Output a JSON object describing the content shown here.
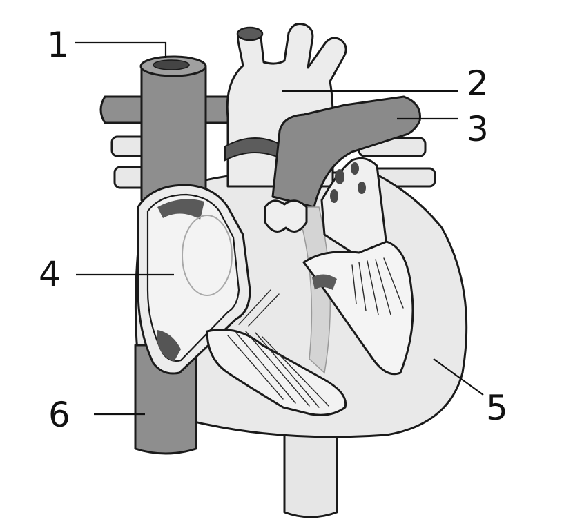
{
  "diagram": {
    "labels": [
      {
        "id": "1",
        "text": "1"
      },
      {
        "id": "2",
        "text": "2"
      },
      {
        "id": "3",
        "text": "3"
      },
      {
        "id": "4",
        "text": "4"
      },
      {
        "id": "5",
        "text": "5"
      },
      {
        "id": "6",
        "text": "6"
      }
    ],
    "colors": {
      "background": "#ffffff",
      "outline": "#1a1a1a",
      "vessel_dark": "#8c8c8c",
      "tissue_light": "#e6e6e6",
      "chamber_fill": "#f2f2f2",
      "shadow": "#4a4a4a"
    }
  }
}
